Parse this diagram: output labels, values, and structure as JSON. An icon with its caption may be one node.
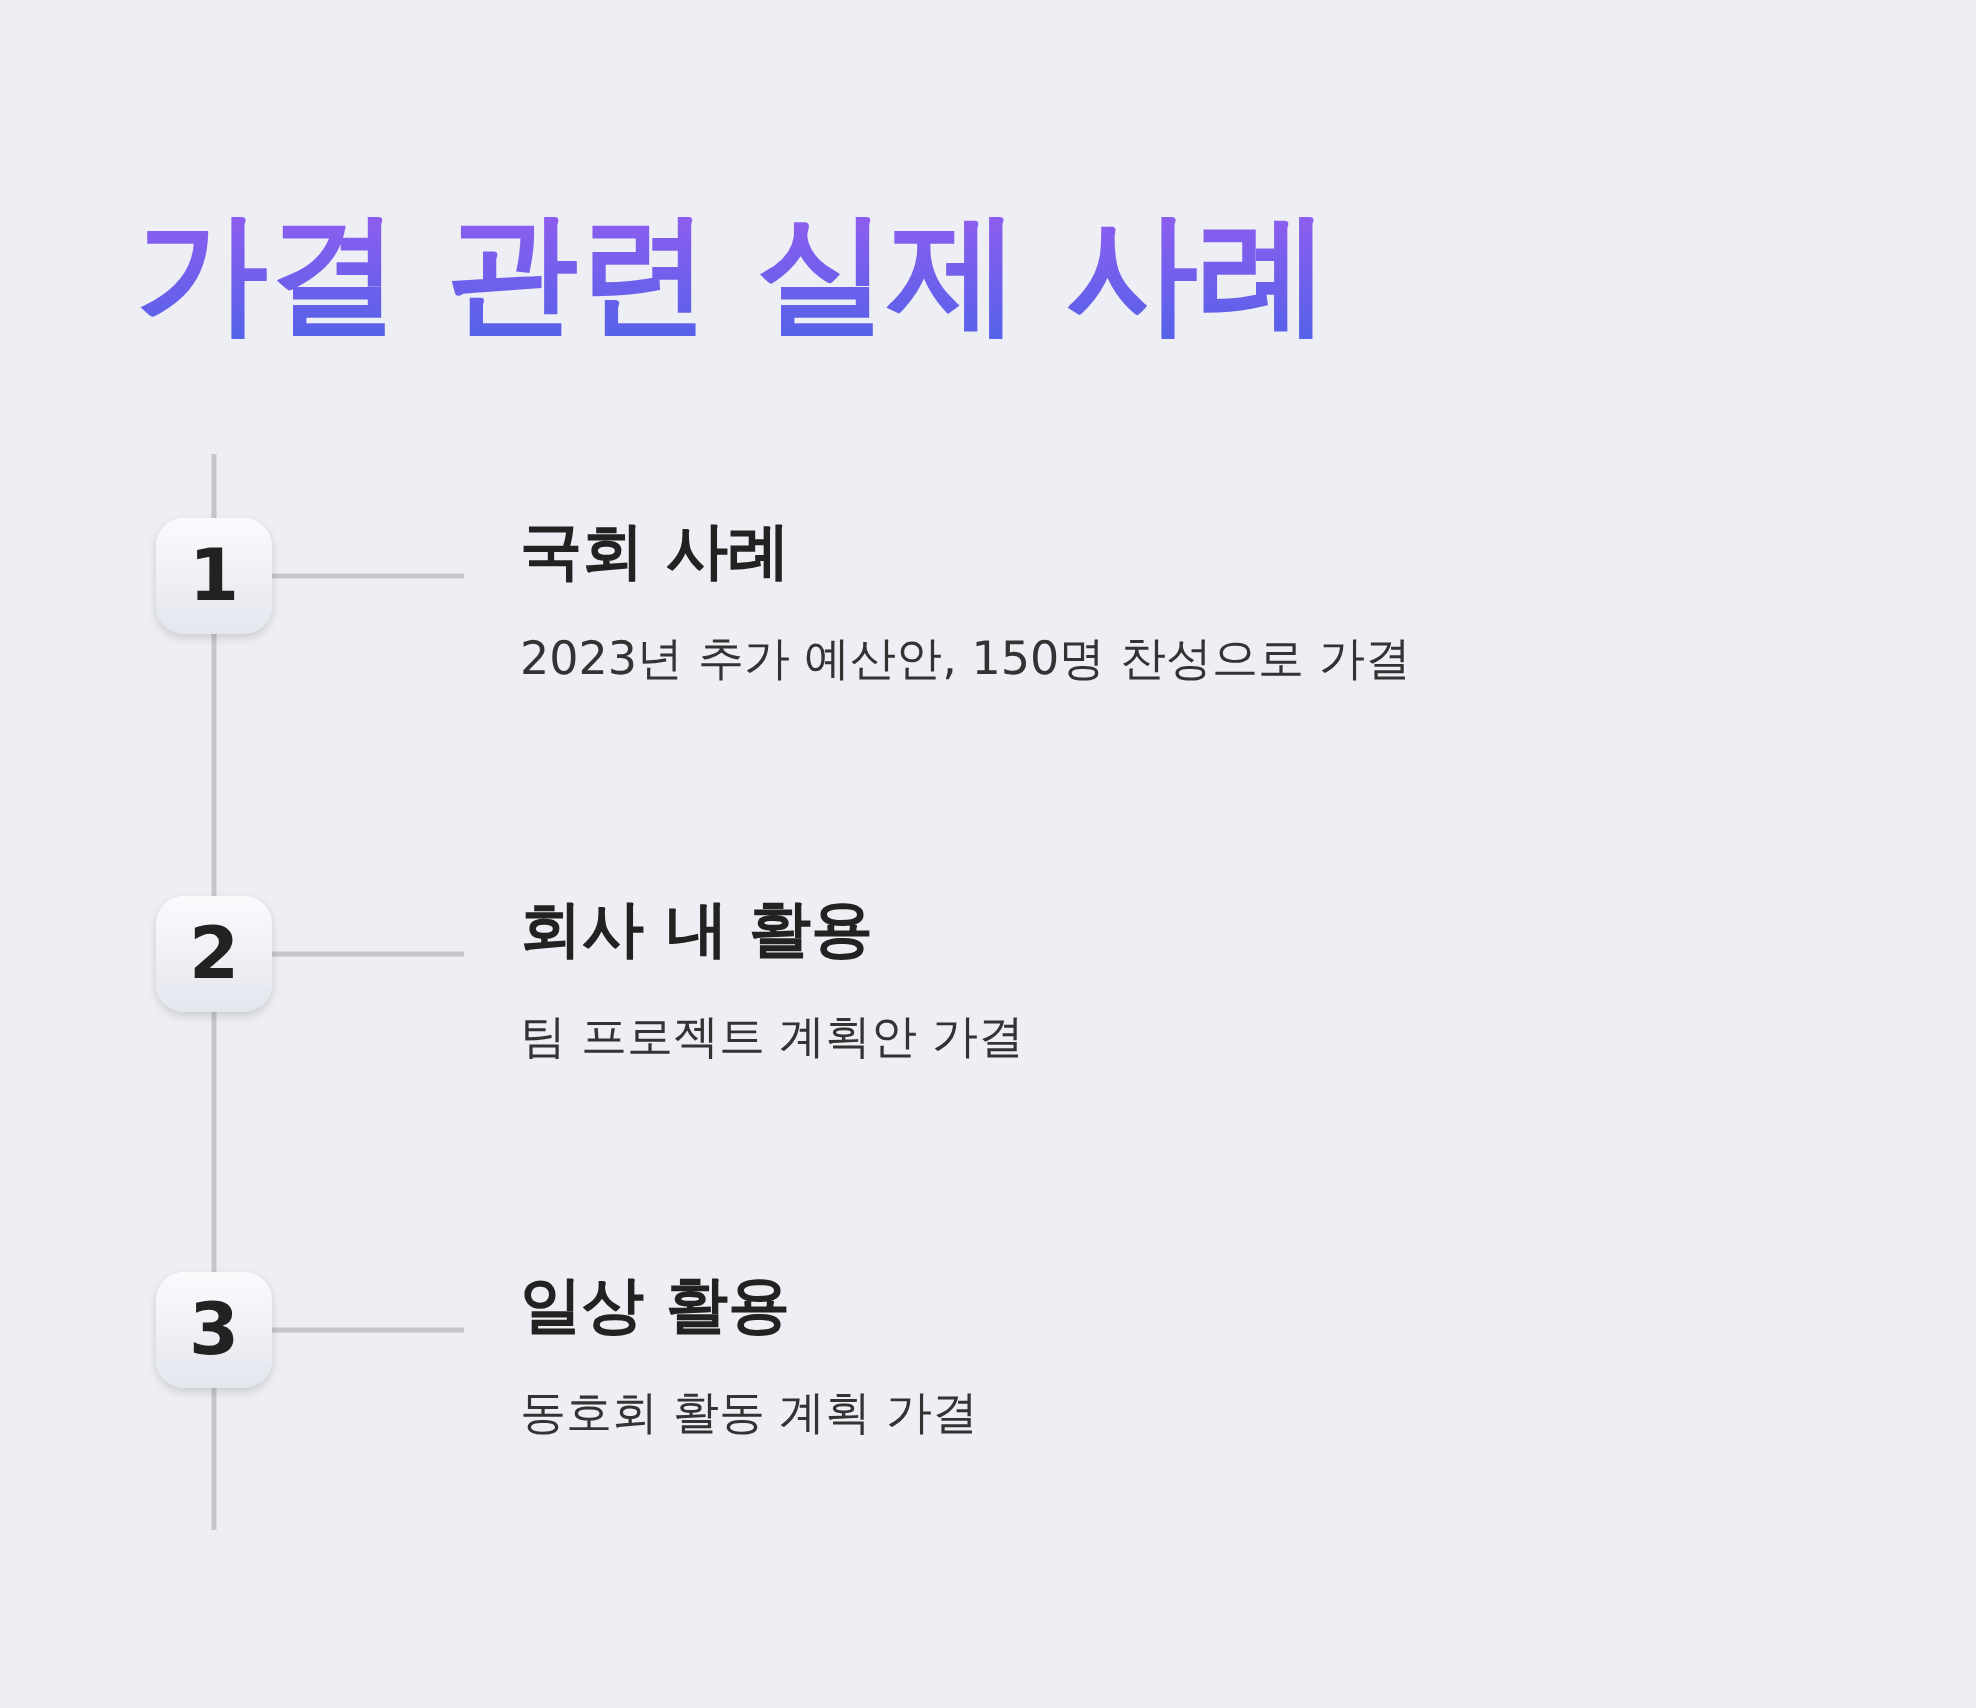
{
  "diagram": {
    "title": "가결 관련 실제 사례",
    "nodes": [
      {
        "text": [
          "1"
        ]
      },
      {
        "text": [
          "국회 사례",
          "2023년 추가 예산안, 150명 찬성으로 가결"
        ]
      },
      {
        "text": [
          "2"
        ]
      },
      {
        "text": [
          "회사 내 활용",
          "팀 프로젝트 계획안 가결"
        ]
      },
      {
        "text": [
          "3"
        ]
      },
      {
        "text": [
          "일상 활용",
          "동호회 활동 계획 가결"
        ]
      }
    ],
    "edges": [
      {
        "from": 0,
        "to": 1,
        "arrow": "none"
      },
      {
        "from": 2,
        "to": 3,
        "arrow": "none"
      },
      {
        "from": 4,
        "to": 5,
        "arrow": "none"
      }
    ]
  }
}
